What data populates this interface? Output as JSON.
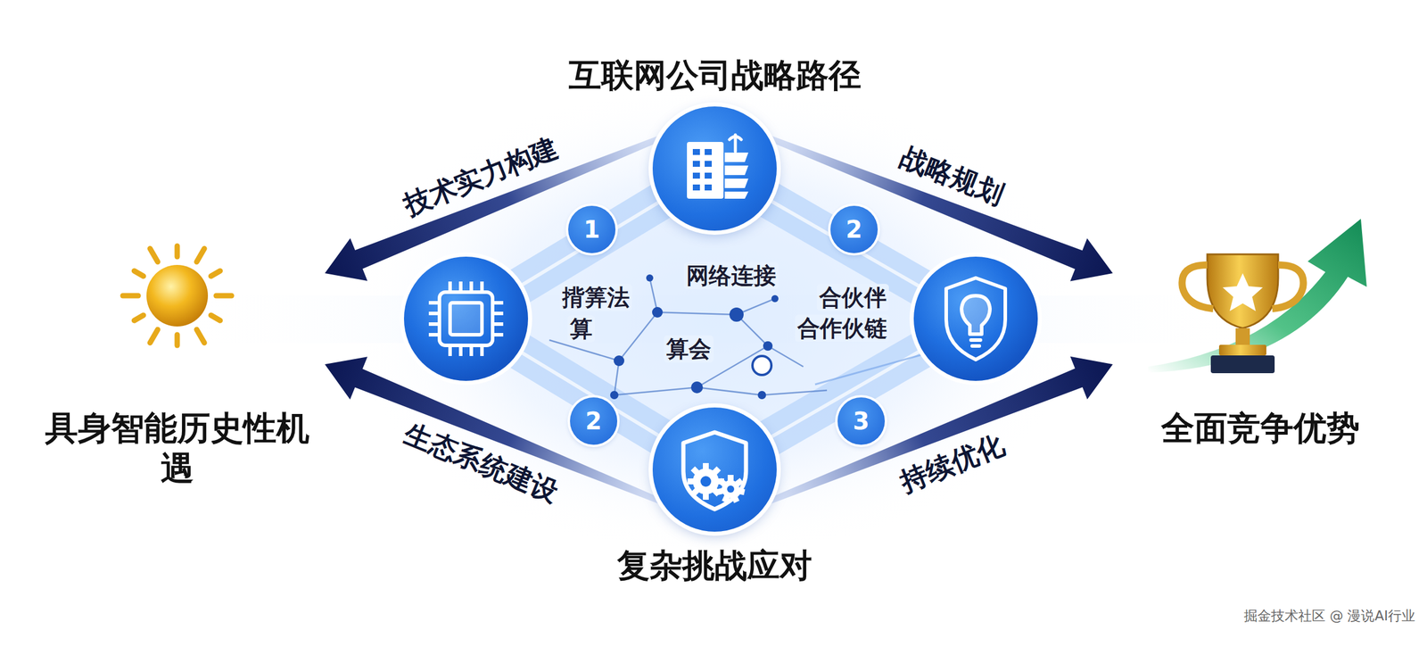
{
  "diagram": {
    "nodes": [
      {
        "text": [
          "具身智能历史性机遇"
        ]
      },
      {
        "text": [
          "互联网公司战略路径"
        ]
      },
      {
        "text": [
          "复杂挑战应对"
        ]
      },
      {
        "text": [
          "全面竞争优势"
        ]
      }
    ],
    "edges": [
      {
        "from": 1,
        "to": 0,
        "arrow": "to",
        "label": "技术实力构建"
      },
      {
        "from": 2,
        "to": 0,
        "arrow": "to",
        "label": "生态系统建设"
      },
      {
        "from": 1,
        "to": 3,
        "arrow": "to",
        "label": "战略规划"
      },
      {
        "from": 2,
        "to": 3,
        "arrow": "to",
        "label": "持续优化"
      }
    ],
    "labels": [
      "1",
      "2",
      "2",
      "3",
      "揹筭法",
      "算",
      "网络连接",
      "算会",
      "合伙伴",
      "合作伙链",
      "掘金技术社区 @ 漫说AI行业"
    ]
  }
}
